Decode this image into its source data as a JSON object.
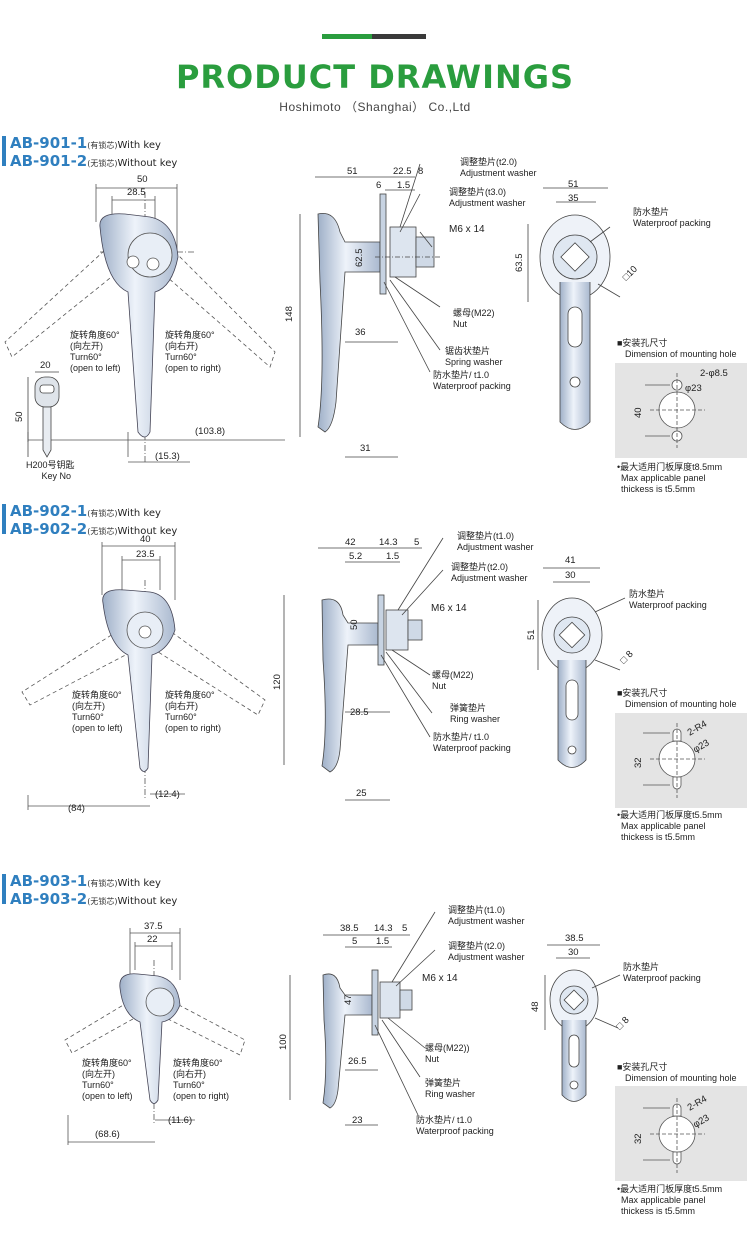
{
  "header": {
    "title": "PRODUCT DRAWINGS",
    "subtitle": "Hoshimoto （Shanghai） Co.,Ltd"
  },
  "sections": [
    {
      "model1": "AB-901-1",
      "model1_cn": "(有锁芯)",
      "model1_en": "With key",
      "model2": "AB-901-2",
      "model2_cn": "(无锁芯)",
      "model2_en": "Without key",
      "front": {
        "w_total": "50",
        "w_inner": "28.5",
        "turn_left_cn": "旋转角度60°",
        "turn_left_dir_cn": "(向左开)",
        "turn_left_en": "Turn60°",
        "turn_left_en2": "(open to left)",
        "turn_right_cn": "旋转角度60°",
        "turn_right_dir_cn": "(向右开)",
        "turn_right_en": "Turn60°",
        "turn_right_en2": "(open to right)",
        "reach": "(103.8)",
        "offset": "(15.3)"
      },
      "key": {
        "w": "20",
        "h": "50",
        "label_cn": "H200号钥匙",
        "label_en": "Key No"
      },
      "side": {
        "d1": "51",
        "d2": "22.5",
        "d3": "8",
        "d4": "6",
        "d5": "1.5",
        "h_total": "148",
        "h_body": "62.5",
        "depth": "36",
        "base": "31",
        "washer1_cn": "调整垫片(t2.0)",
        "washer1_en": "Adjustment washer",
        "washer2_cn": "调整垫片(t3.0)",
        "washer2_en": "Adjustment washer",
        "thread": "M6 x 14",
        "nut_cn": "螺母(M22)",
        "nut_en": "Nut",
        "spring_cn": "锯齿状垫片",
        "spring_en": "Spring washer",
        "pack_cn": "防水垫片/ t1.0",
        "pack_en": "Waterproof packing"
      },
      "back": {
        "w_total": "51",
        "w_inner": "35",
        "h": "63.5",
        "sq": "□10",
        "pack_cn": "防水垫片",
        "pack_en": "Waterproof packing"
      },
      "mount": {
        "title_cn": "■安装孔尺寸",
        "title_en": "Dimension of mounting hole",
        "hole": "2-φ8.5",
        "dia": "φ23",
        "h": "40",
        "note_cn": "•最大适用门板厚度t8.5mm",
        "note_en1": "Max applicable panel",
        "note_en2": "thickess is t5.5mm"
      }
    },
    {
      "model1": "AB-902-1",
      "model1_cn": "(有锁芯)",
      "model1_en": "With key",
      "model2": "AB-902-2",
      "model2_cn": "(无锁芯)",
      "model2_en": "Without key",
      "front": {
        "w_total": "40",
        "w_inner": "23.5",
        "turn_left_cn": "旋转角度60°",
        "turn_left_dir_cn": "(向左开)",
        "turn_left_en": "Turn60°",
        "turn_left_en2": "(open to left)",
        "turn_right_cn": "旋转角度60°",
        "turn_right_dir_cn": "(向右开)",
        "turn_right_en": "Turn60°",
        "turn_right_en2": "(open to right)",
        "reach": "(84)",
        "offset": "(12.4)"
      },
      "side": {
        "d1": "42",
        "d2": "14.3",
        "d3": "5",
        "d4": "5.2",
        "d5": "1.5",
        "h_total": "120",
        "h_body": "50",
        "depth": "28.5",
        "base": "25",
        "washer1_cn": "调整垫片(t1.0)",
        "washer1_en": "Adjustment washer",
        "washer2_cn": "调整垫片(t2.0)",
        "washer2_en": "Adjustment washer",
        "thread": "M6 x 14",
        "nut_cn": "螺母(M22)",
        "nut_en": "Nut",
        "spring_cn": "弹簧垫片",
        "spring_en": "Ring washer",
        "pack_cn": "防水垫片/ t1.0",
        "pack_en": "Waterproof packing"
      },
      "back": {
        "w_total": "41",
        "w_inner": "30",
        "h": "51",
        "sq": "□ 8",
        "pack_cn": "防水垫片",
        "pack_en": "Waterproof packing"
      },
      "mount": {
        "title_cn": "■安装孔尺寸",
        "title_en": "Dimension of mounting hole",
        "hole": "2-R4",
        "dia": "φ23",
        "h": "32",
        "note_cn": "•最大适用门板厚度t5.5mm",
        "note_en1": "Max applicable panel",
        "note_en2": "thickess is t5.5mm"
      }
    },
    {
      "model1": "AB-903-1",
      "model1_cn": "(有锁芯)",
      "model1_en": "With key",
      "model2": "AB-903-2",
      "model2_cn": "(无锁芯)",
      "model2_en": "Without key",
      "front": {
        "w_total": "37.5",
        "w_inner": "22",
        "turn_left_cn": "旋转角度60°",
        "turn_left_dir_cn": "(向左开)",
        "turn_left_en": "Turn60°",
        "turn_left_en2": "(open to left)",
        "turn_right_cn": "旋转角度60°",
        "turn_right_dir_cn": "(向右开)",
        "turn_right_en": "Turn60°",
        "turn_right_en2": "(open to right)",
        "reach": "(68.6)",
        "offset": "(11.6)"
      },
      "side": {
        "d1": "38.5",
        "d2": "14.3",
        "d3": "5",
        "d4": "5",
        "d5": "1.5",
        "h_total": "100",
        "h_body": "47",
        "depth": "26.5",
        "base": "23",
        "washer1_cn": "调整垫片(t1.0)",
        "washer1_en": "Adjustment washer",
        "washer2_cn": "调整垫片(t2.0)",
        "washer2_en": "Adjustment washer",
        "thread": "M6 x 14",
        "nut_cn": "螺母(M22))",
        "nut_en": "Nut",
        "spring_cn": "弹簧垫片",
        "spring_en": "Ring washer",
        "pack_cn": "防水垫片/ t1.0",
        "pack_en": "Waterproof packing"
      },
      "back": {
        "w_total": "38.5",
        "w_inner": "30",
        "h": "48",
        "sq": "□ 8",
        "pack_cn": "防水垫片",
        "pack_en": "Waterproof packing"
      },
      "mount": {
        "title_cn": "■安装孔尺寸",
        "title_en": "Dimension of mounting hole",
        "hole": "2-R4",
        "dia": "φ23",
        "h": "32",
        "note_cn": "•最大适用门板厚度t5.5mm",
        "note_en1": "Max applicable panel",
        "note_en2": "thickess is t5.5mm"
      }
    }
  ]
}
